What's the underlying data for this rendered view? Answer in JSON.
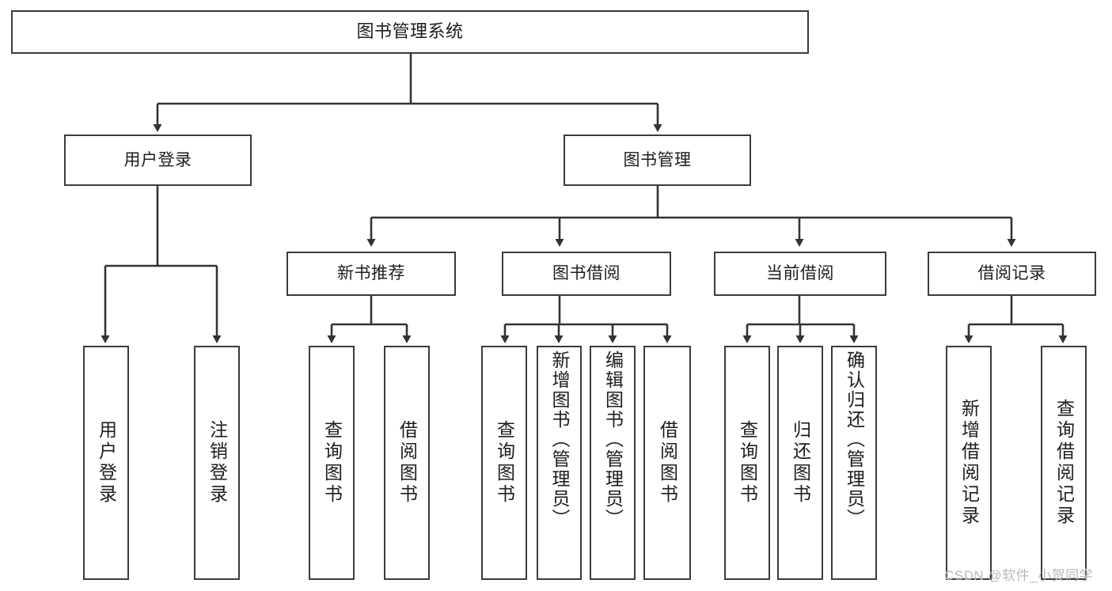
{
  "diagram": {
    "type": "tree",
    "title": "图书管理系统",
    "root": {
      "label": "图书管理系统"
    },
    "level2": [
      {
        "label": "用户登录"
      },
      {
        "label": "图书管理"
      }
    ],
    "level3": [
      {
        "label": "新书推荐"
      },
      {
        "label": "图书借阅"
      },
      {
        "label": "当前借阅"
      },
      {
        "label": "借阅记录"
      }
    ],
    "leaves": {
      "user_login": [
        {
          "label": "用户登录"
        },
        {
          "label": "注销登录"
        }
      ],
      "new_book_recommend": [
        {
          "label": "查询图书"
        },
        {
          "label": "借阅图书"
        }
      ],
      "book_borrow": [
        {
          "label": "查询图书"
        },
        {
          "label": "新增图书（管理员）"
        },
        {
          "label": "编辑图书（管理员）"
        },
        {
          "label": "借阅图书"
        }
      ],
      "current_borrow": [
        {
          "label": "查询图书"
        },
        {
          "label": "归还图书"
        },
        {
          "label": "确认归还（管理员）"
        }
      ],
      "borrow_record": [
        {
          "label": "新增借阅记录"
        },
        {
          "label": "查询借阅记录"
        }
      ]
    },
    "watermark": "CSDN @软件_小贺同学",
    "colors": {
      "box_border": "#3b3b3b",
      "box_fill": "#ffffff",
      "connector": "#333333",
      "text": "#1d1d1d",
      "watermark": "#b9b9b9",
      "background": "#ffffff"
    }
  }
}
